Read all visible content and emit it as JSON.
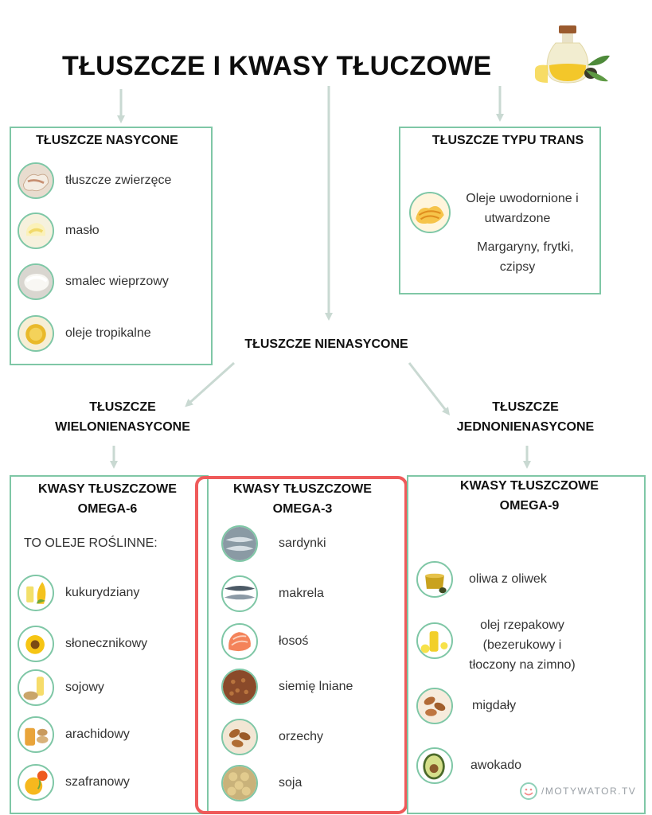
{
  "title": "TŁUSZCZE I KWASY TŁUCZOWE",
  "saturated": {
    "heading": "TŁUSZCZE NASYCONE",
    "items": [
      "tłuszcze zwierzęce",
      "masło",
      "smalec wieprzowy",
      "oleje tropikalne"
    ]
  },
  "trans": {
    "heading": "TŁUSZCZE TYPU TRANS",
    "line1": "Oleje uwodornione i",
    "line2": "utwardzone",
    "line3": "Margaryny, frytki,",
    "line4": "czipsy"
  },
  "unsaturated": {
    "heading": "TŁUSZCZE NIENASYCONE"
  },
  "poly": {
    "line1": "TŁUSZCZE",
    "line2": "WIELONIENASYCONE"
  },
  "mono": {
    "line1": "TŁUSZCZE",
    "line2": "JEDNONIENASYCONE"
  },
  "omega6": {
    "line1": "KWASY TŁUSZCZOWE",
    "line2": "OMEGA-6",
    "subtitle": "TO OLEJE ROŚLINNE:",
    "items": [
      "kukurydziany",
      "słonecznikowy",
      "sojowy",
      "arachidowy",
      "szafranowy"
    ]
  },
  "omega3": {
    "line1": "KWASY TŁUSZCZOWE",
    "line2": "OMEGA-3",
    "items": [
      "sardynki",
      "makrela",
      "łosoś",
      "siemię lniane",
      "orzechy",
      "soja"
    ]
  },
  "omega9": {
    "line1": "KWASY TŁUSZCZOWE",
    "line2": "OMEGA-9",
    "items": {
      "olive": "oliwa z oliwek",
      "rapeseed1": "olej rzepakowy",
      "rapeseed2": "(bezerukowy i",
      "rapeseed3": "tłoczony na zimno)",
      "almonds": "migdały",
      "avocado": "awokado"
    }
  },
  "watermark": "/MOTYWATOR.TV",
  "colors": {
    "border": "#7fc7a6",
    "highlight": "#ef5a5a",
    "arrow": "#c9d9d2"
  }
}
